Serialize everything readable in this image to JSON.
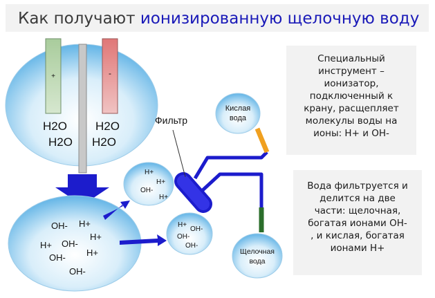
{
  "title": {
    "prefix": "Как получают ",
    "accent": "ионизированную щелочную воду",
    "accent_color": "#1a1ab8"
  },
  "electrodes": {
    "plus_label": "+",
    "minus_label": "-"
  },
  "top_drop": {
    "molecules": [
      "H2O",
      "H2O",
      "H2O",
      "H2O"
    ]
  },
  "bottom_drop": {
    "ions": [
      "OH-",
      "H+",
      "H+",
      "OH-",
      "H+",
      "OH-",
      "H+",
      "OH-"
    ]
  },
  "small_drop_upper": {
    "ions": [
      "H+",
      "H+",
      "OH-",
      "H+"
    ]
  },
  "small_drop_lower": {
    "ions": [
      "H+",
      "OH-",
      "OH-",
      "OH-"
    ]
  },
  "filter": {
    "label": "Фильтр"
  },
  "acid_drop": {
    "line1": "Кислая",
    "line2": "вода"
  },
  "alkaline_drop": {
    "line1": "Щелочная",
    "line2": "вода"
  },
  "note_top": {
    "lines": [
      "Специальный",
      "инструмент –",
      "ионизатор,",
      "подключенный к",
      "крану, расщепляет",
      "молекулы воды на",
      "ионы: H+ и OH-"
    ]
  },
  "note_bottom": {
    "lines": [
      "Вода фильтруется и",
      "делится на две",
      "части: щелочная,",
      "богатая ионами OH-",
      ", и кислая, богатая",
      "ионами H+"
    ]
  }
}
